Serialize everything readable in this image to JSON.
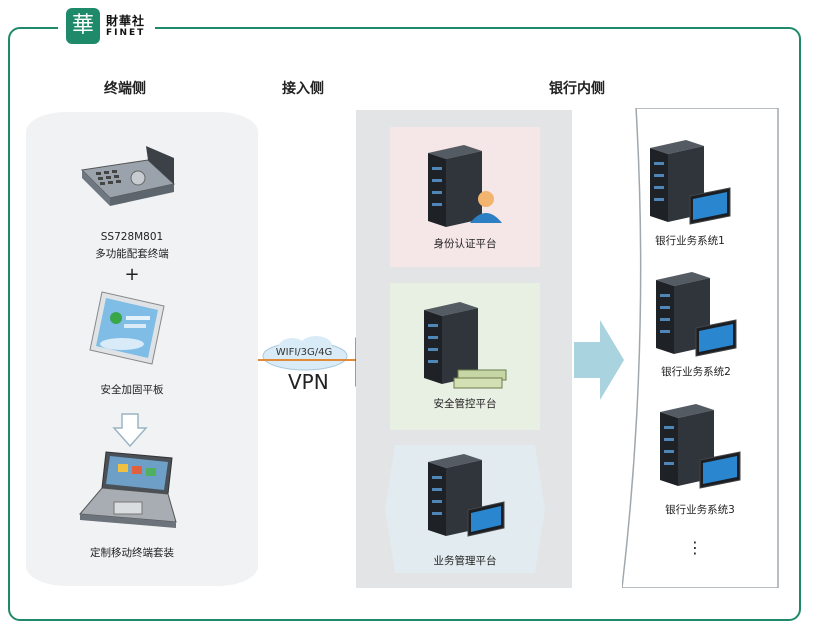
{
  "logo": {
    "seal_char": "華",
    "name_cn": "財華社",
    "name_en": "FINET"
  },
  "headings": {
    "terminal": "终端侧",
    "access": "接入侧",
    "bank": "银行内侧"
  },
  "terminal": {
    "device1_model": "SS728M801",
    "device1_name": "多功能配套终端",
    "plus": "+",
    "device2_name": "安全加固平板",
    "device3_name": "定制移动终端套装"
  },
  "network": {
    "cloud_label": "WIFI/3G/4G",
    "vpn": "VPN"
  },
  "access_platforms": {
    "identity": "身份认证平台",
    "security": "安全管控平台",
    "business": "业务管理平台"
  },
  "bank_systems": {
    "system1": "银行业务系统1",
    "system2": "银行业务系统2",
    "system3": "银行业务系统3",
    "more": "⋮"
  },
  "colors": {
    "frame": "#1f8a6a",
    "accent_arrow": "#a9d3df",
    "firewall": "#c0392b"
  }
}
